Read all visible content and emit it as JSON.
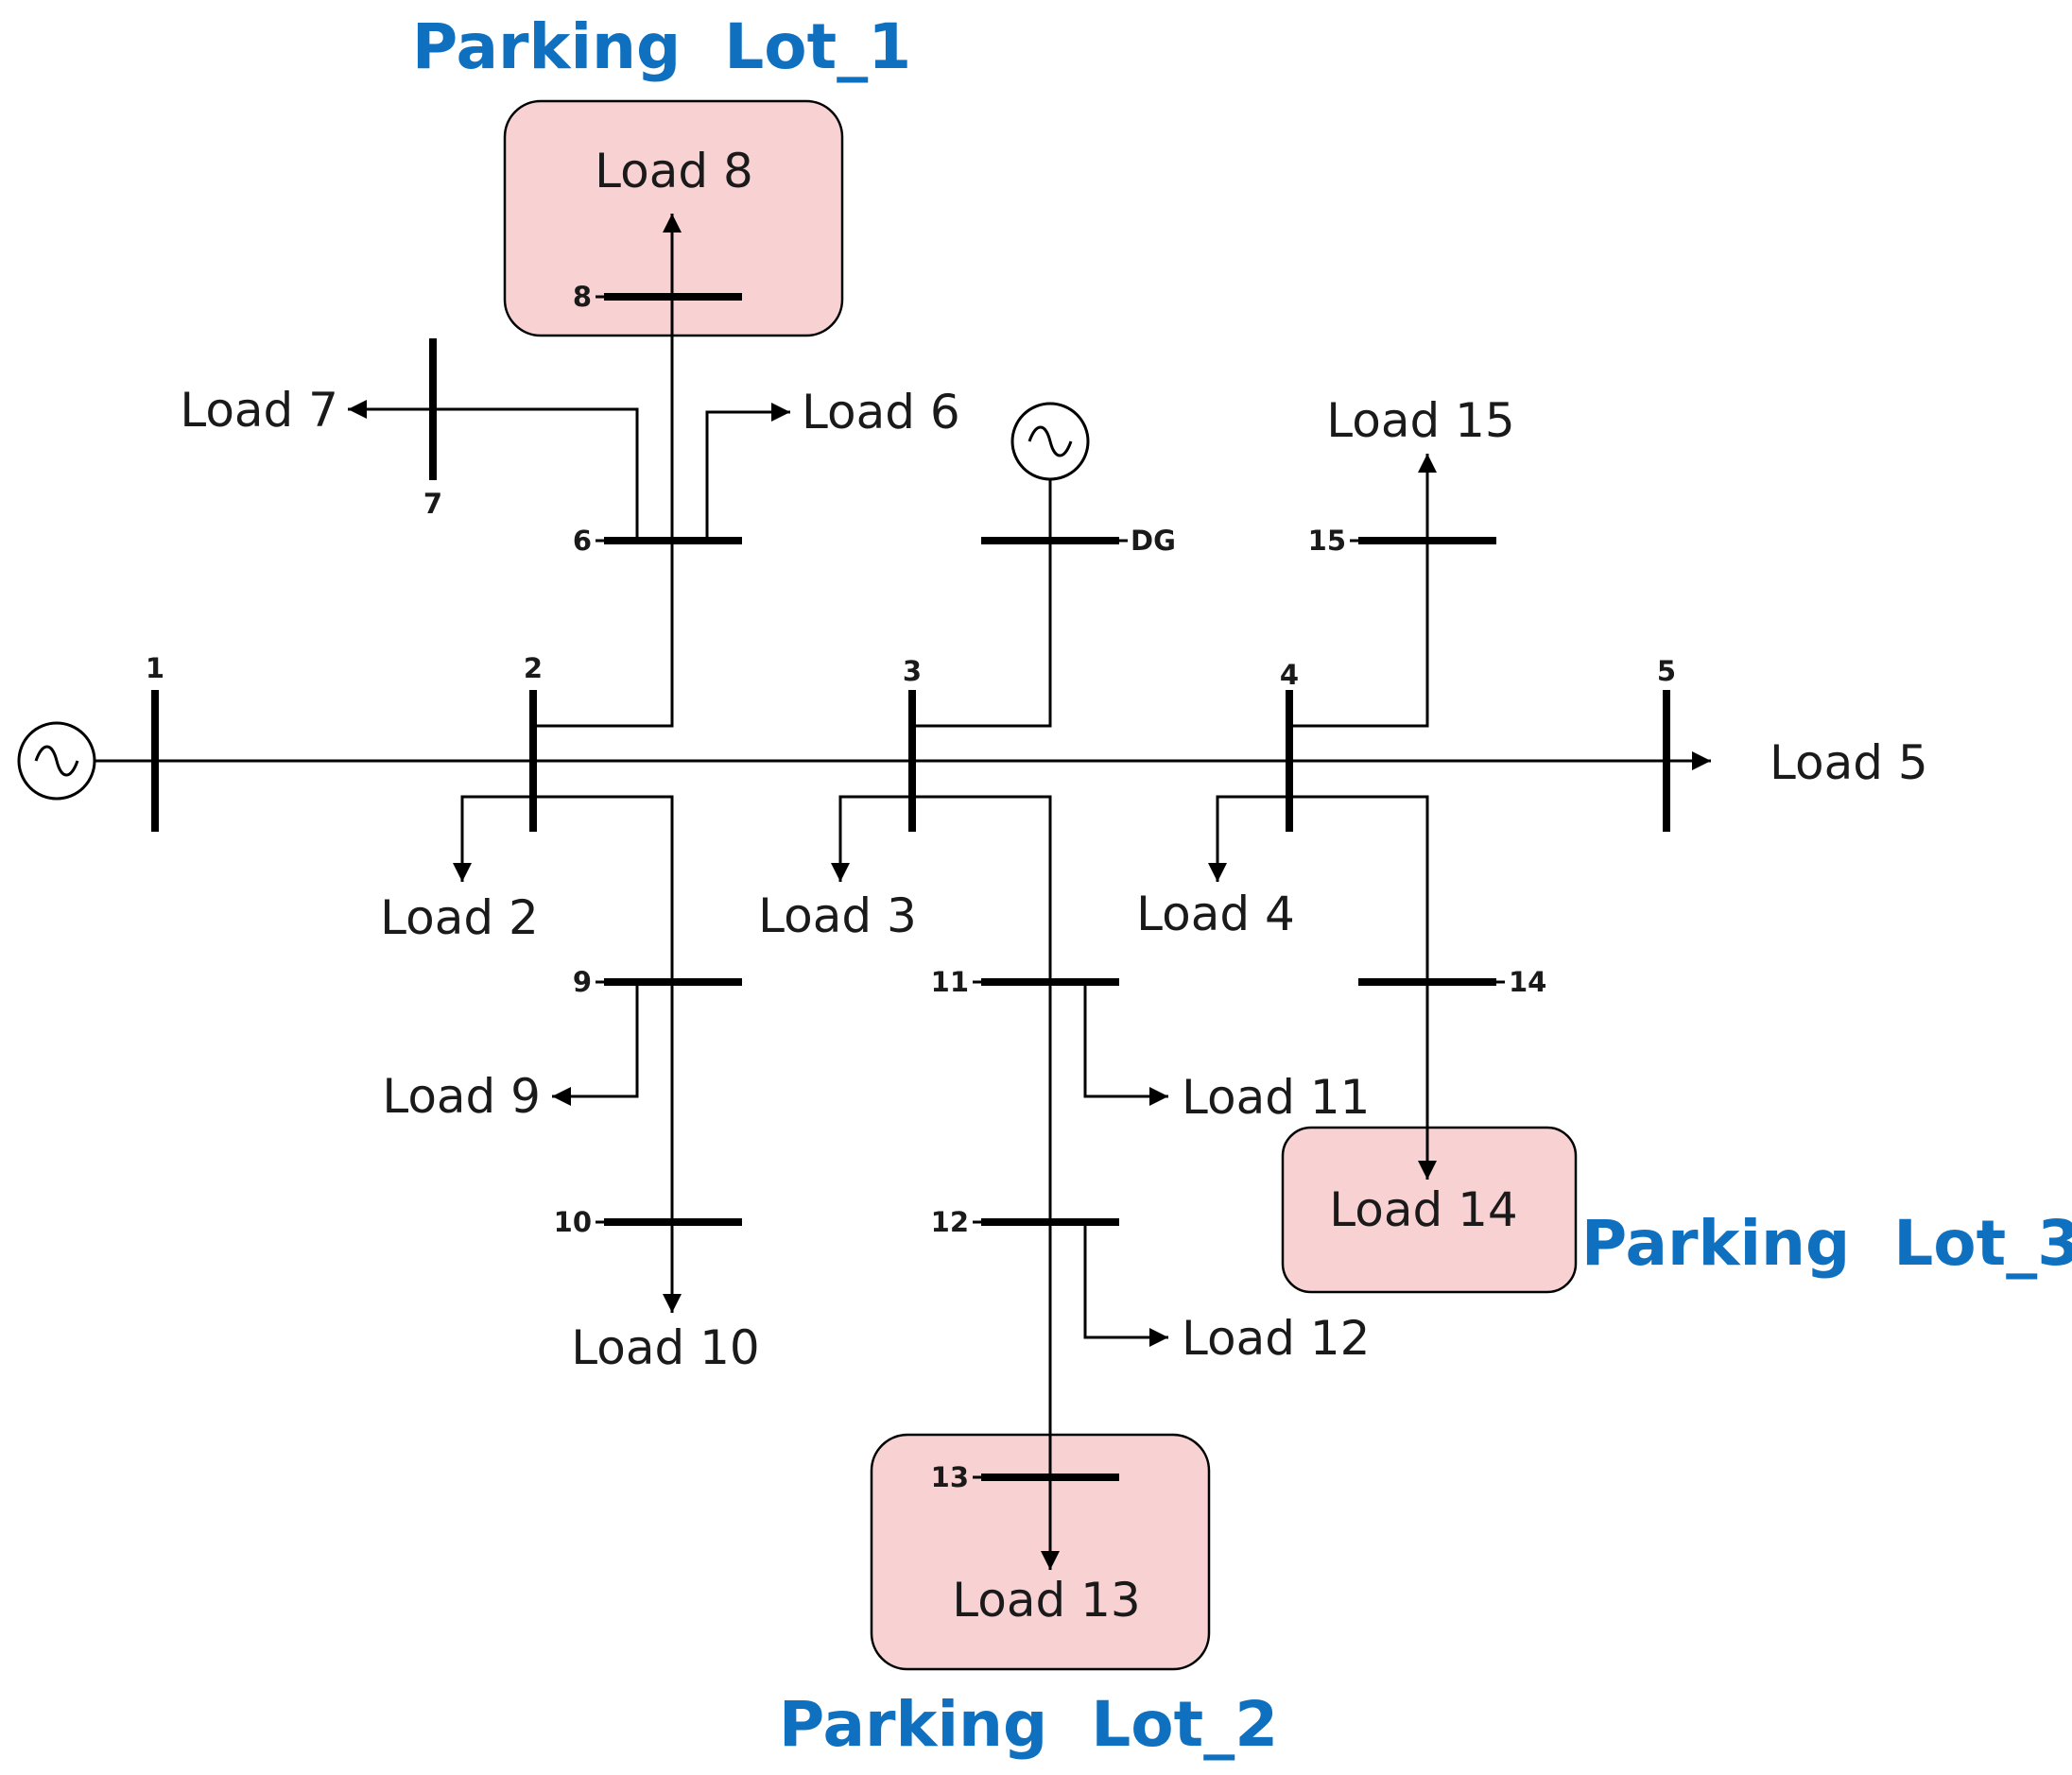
{
  "parking_lots": {
    "lot1": "Parking  Lot_1",
    "lot2": "Parking  Lot_2",
    "lot3": "Parking  Lot_3"
  },
  "loads": {
    "l2": "Load 2",
    "l3": "Load 3",
    "l4": "Load 4",
    "l5": "Load 5",
    "l6": "Load 6",
    "l7": "Load 7",
    "l8": "Load 8",
    "l9": "Load 9",
    "l10": "Load 10",
    "l11": "Load 11",
    "l12": "Load 12",
    "l13": "Load 13",
    "l14": "Load 14",
    "l15": "Load 15"
  },
  "buses": {
    "b1": "1",
    "b2": "2",
    "b3": "3",
    "b4": "4",
    "b5": "5",
    "b6": "6",
    "b7": "7",
    "b8": "8",
    "b9": "9",
    "b10": "10",
    "b11": "11",
    "b12": "12",
    "b13": "13",
    "b14": "14",
    "b15": "15",
    "dg": "DG"
  },
  "colors": {
    "lot_title": "#0f70c0",
    "lot_fill": "#f8d2d3"
  },
  "icons": {
    "source": "ac-source-icon",
    "dg": "ac-source-icon"
  }
}
